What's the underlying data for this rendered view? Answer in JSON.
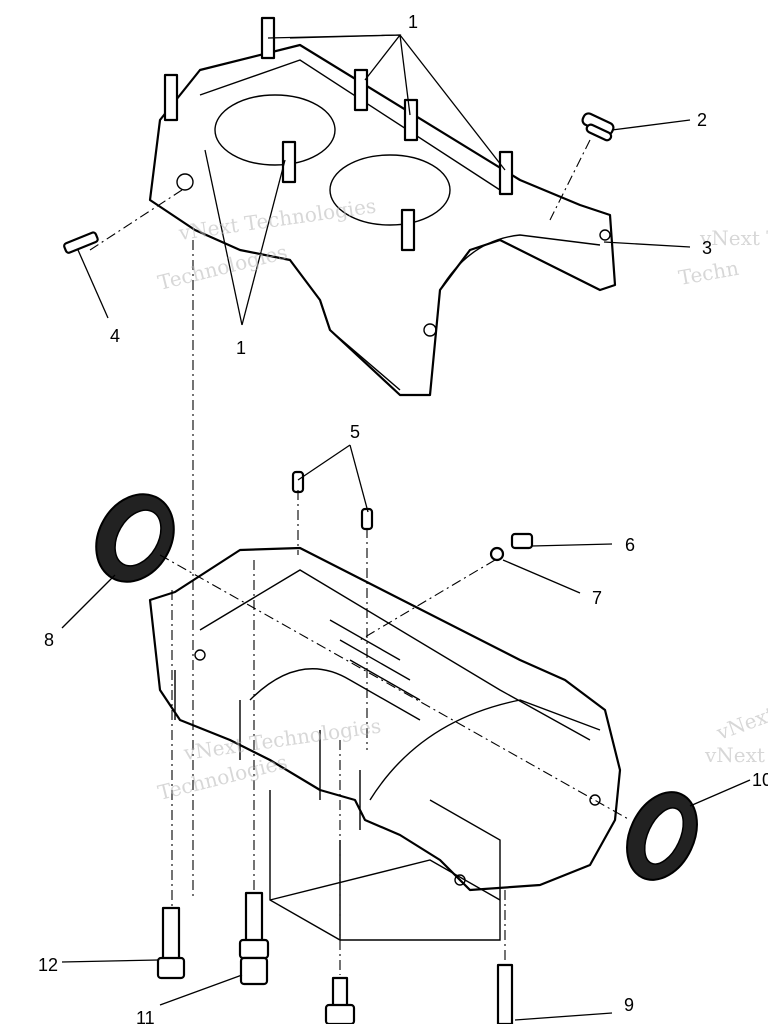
{
  "callouts": [
    {
      "id": "c1a",
      "label": "1"
    },
    {
      "id": "c1b",
      "label": "1"
    },
    {
      "id": "c2",
      "label": "2"
    },
    {
      "id": "c3",
      "label": "3"
    },
    {
      "id": "c4",
      "label": "4"
    },
    {
      "id": "c5",
      "label": "5"
    },
    {
      "id": "c6",
      "label": "6"
    },
    {
      "id": "c7",
      "label": "7"
    },
    {
      "id": "c8",
      "label": "8"
    },
    {
      "id": "c9",
      "label": "9"
    },
    {
      "id": "c10",
      "label": "10"
    },
    {
      "id": "c11",
      "label": "11"
    },
    {
      "id": "c12",
      "label": "12"
    }
  ],
  "watermark": {
    "line1": "vNext Technologies",
    "line2": "Technologies",
    "corner1": "vNext",
    "corner2": "vNext Te",
    "corner3": "Techn"
  }
}
